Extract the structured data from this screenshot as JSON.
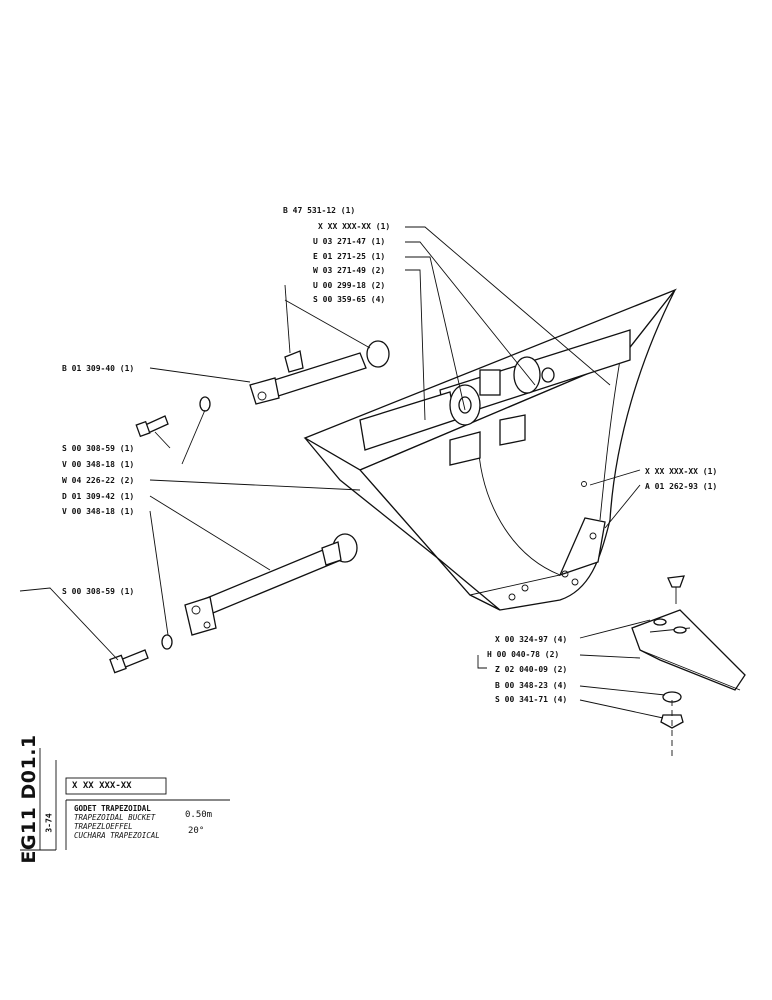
{
  "callouts": {
    "b4753112": "B 47 531-12 (1)",
    "xx1": "X XX XXX-XX (1)",
    "u0327147": "U 03 271-47 (1)",
    "e0127125": "E 01 271-25 (1)",
    "w0327149": "W 03 271-49 (2)",
    "u0029918": "U 00 299-18 (2)",
    "s0035965": "S 00 359-65 (4)",
    "b0130940": "B 01 309-40 (1)",
    "s0030859a": "S 00 308-59 (1)",
    "v0034818a": "V 00 348-18 (1)",
    "w0422622": "W 04 226-22 (2)",
    "d0130942": "D 01 309-42 (1)",
    "v0034818b": "V 00 348-18 (1)",
    "s0030859b": "S 00 308-59 (1)",
    "xx2": "X XX XXX-XX (1)",
    "a0126293": "A 01 262-93 (1)",
    "x0032497": "X 00 324-97 (4)",
    "h0004078": "H 00 040-78 (2)",
    "z0204009": "Z 02 040-09 (2)",
    "b0034823": "B 00 348-23 (4)",
    "s0034171": "S 00 341-71 (4)"
  },
  "title_block": {
    "side_code": "EG11 D01.1",
    "date": "3-74",
    "part_number": "X XX XXX-XX",
    "desc_lines": [
      "GODET TRAPEZOIDAL",
      "TRAPEZOIDAL BUCKET",
      "TRAPEZLOEFFEL",
      "CUCHARA TRAPEZOICAL"
    ],
    "size": "0.50m",
    "angle": "20°"
  }
}
